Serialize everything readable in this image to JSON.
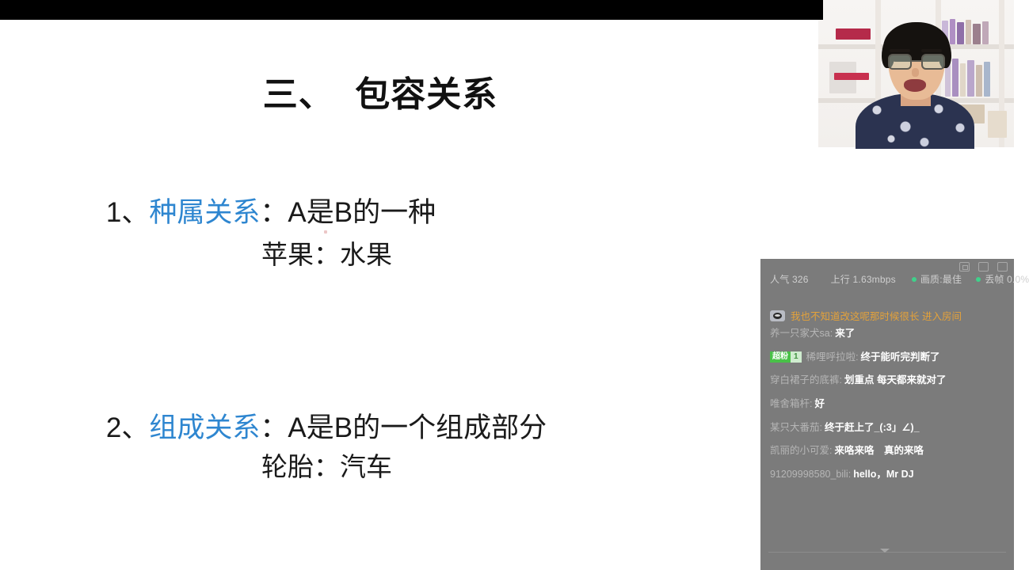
{
  "slide": {
    "title": "三、  包容关系",
    "bullets": [
      {
        "number": "1、",
        "term": "种属关系",
        "rest": "：A是B的一种",
        "example": "苹果：水果"
      },
      {
        "number": "2、",
        "term": "组成关系",
        "rest": "：A是B的一个组成部分",
        "example": "轮胎：汽车"
      }
    ],
    "accent_color": "#2e86d0"
  },
  "webcam": {
    "label": "presenter-video"
  },
  "stream_panel": {
    "status": {
      "popularity_label": "人气",
      "popularity_value": "326",
      "uplink_label": "上行",
      "uplink_value": "1.63mbps",
      "quality_label": "画质:最佳",
      "dropped_label": "丢帧 0.0%"
    },
    "icons": [
      "camera-icon",
      "window-icon",
      "popout-icon"
    ],
    "entry_notice": {
      "username": "我也不知道改这呢那时候很长",
      "action": "进入房间",
      "color": "#e4a23a"
    },
    "messages": [
      {
        "medal": null,
        "username": "养一只家犬sa:",
        "text": "来了"
      },
      {
        "medal": {
          "name": "超粉",
          "level": "1"
        },
        "username": "稀哩呼拉啦:",
        "text": "终于能听完判断了"
      },
      {
        "medal": null,
        "username": "穿白裙子的底裤:",
        "text": "划重点 每天都来就对了"
      },
      {
        "medal": null,
        "username": "唯舍箱杆:",
        "text": "好"
      },
      {
        "medal": null,
        "username": "某只大番茄:",
        "text": "终于赶上了_(:3」∠)_"
      },
      {
        "medal": null,
        "username": "凯丽的小可爱:",
        "text": "来咯来咯　真的来咯"
      },
      {
        "medal": null,
        "username": "91209998580_bili:",
        "text": "hello，Mr DJ"
      }
    ],
    "colors": {
      "panel_bg": "#7b7b7b",
      "medal_green": "#49c148",
      "status_dot": "#3fd18b"
    }
  }
}
